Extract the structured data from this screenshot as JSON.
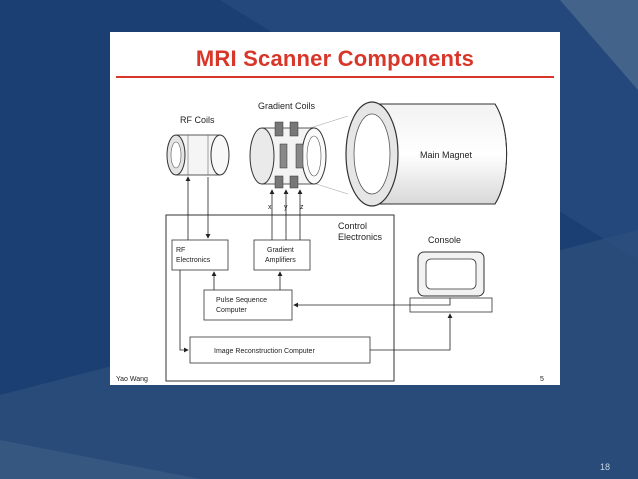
{
  "slide": {
    "title": "MRI Scanner Components",
    "page_number": "18",
    "footer_left": "Yao Wang",
    "footer_right": "5"
  },
  "diagram": {
    "labels": {
      "rf_coils": "RF Coils",
      "gradient_coils": "Gradient Coils",
      "main_magnet": "Main Magnet",
      "x": "x",
      "y": "y",
      "z": "z",
      "control_electronics_1": "Control",
      "control_electronics_2": "Electronics",
      "console": "Console",
      "rf_electronics_1": "RF",
      "rf_electronics_2": "Electronics",
      "gradient_amplifiers_1": "Gradient",
      "gradient_amplifiers_2": "Amplifiers",
      "pulse_sequence_1": "Pulse Sequence",
      "pulse_sequence_2": "Computer",
      "image_reconstruction": "Image Reconstruction Computer"
    }
  },
  "colors": {
    "background": "#1b3f73",
    "accent_triangle": "#3f5f86",
    "slide_title": "#d9362a"
  }
}
